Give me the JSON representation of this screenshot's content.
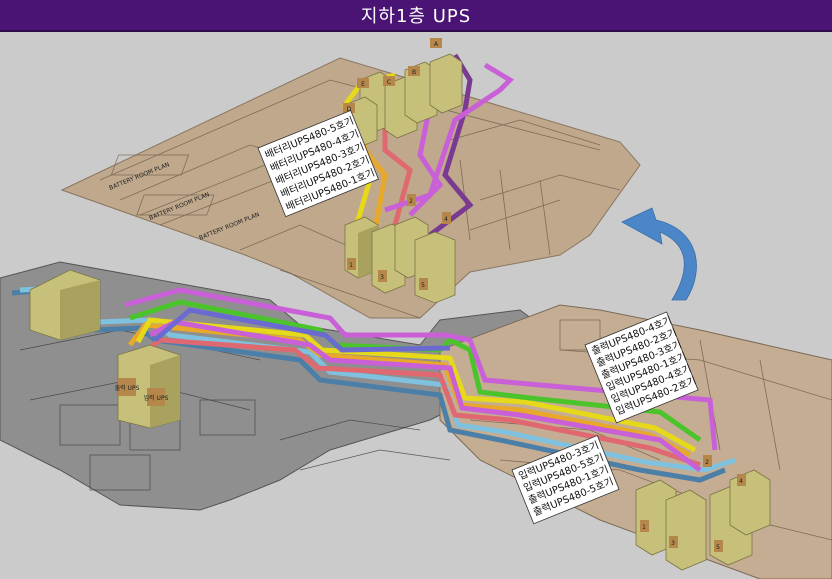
{
  "title": "지하1층 UPS",
  "colors": {
    "title_bg": "#4a1474",
    "floor_upper": "#bfa88c",
    "floor_lower_dark": "#8f8f8f",
    "floor_lower_tan": "#c4ad92",
    "battery_box": "#c7c07a",
    "arrow": "#4a86c8"
  },
  "upper_label": {
    "lines": [
      "배터리UPS480-5호기",
      "배터리UPS480-4호기",
      "배터리UPS480-3호기",
      "배터리UPS480-2호기",
      "배터리UPS480-1호기"
    ]
  },
  "right_label": {
    "lines": [
      "출력UPS480-4호기",
      "출력UPS480-2호기",
      "출력UPS480-3호기",
      "입력UPS480-1호기",
      "입력UPS480-4호기",
      "입력UPS480-2호기"
    ]
  },
  "bottom_label": {
    "lines": [
      "입력UPS480-3호기",
      "입력UPS480-5호기",
      "출력UPS480-1호기",
      "출력UPS480-5호기"
    ]
  },
  "upper_tags": [
    "A",
    "B",
    "C",
    "D",
    "E"
  ],
  "upper_numbers": [
    "1",
    "2",
    "3",
    "4",
    "5"
  ],
  "lower_right_numbers": [
    "1",
    "2",
    "3",
    "4",
    "5"
  ],
  "lower_left_tags": [
    "출력 UPS",
    "입력 UPS"
  ],
  "icons": {
    "transition_arrow": "curved-up-arrow-icon"
  }
}
